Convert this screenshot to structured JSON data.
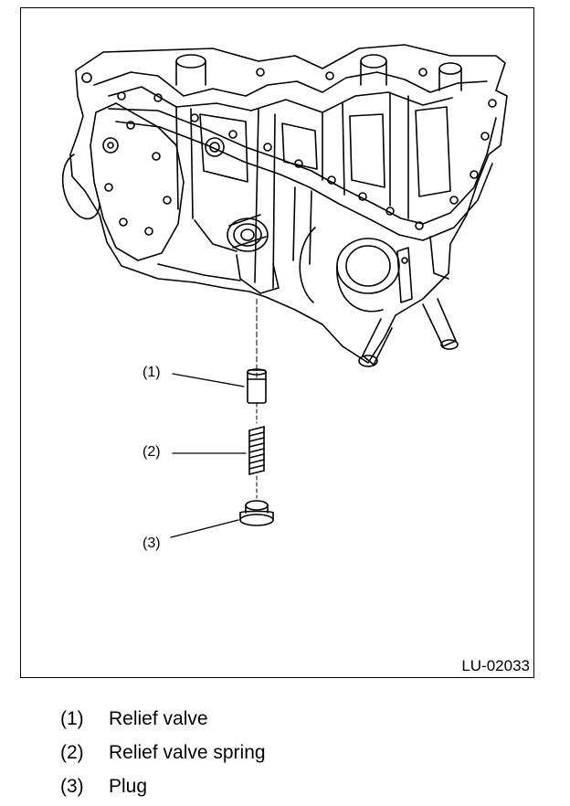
{
  "figure": {
    "code": "LU-02033",
    "callouts": [
      "(1)",
      "(2)",
      "(3)"
    ]
  },
  "legend": [
    {
      "num": "(1)",
      "label": "Relief valve"
    },
    {
      "num": "(2)",
      "label": "Relief valve spring"
    },
    {
      "num": "(3)",
      "label": "Plug"
    }
  ],
  "colors": {
    "line": "#000000",
    "background": "#ffffff"
  }
}
